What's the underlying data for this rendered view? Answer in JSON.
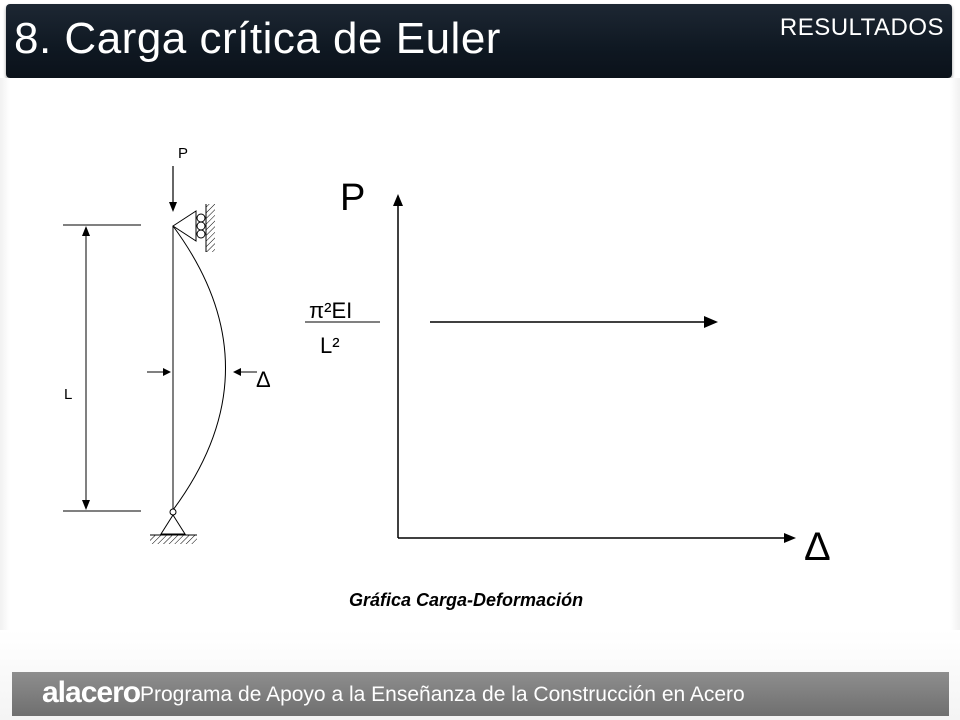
{
  "header": {
    "title": "8. Carga crítica de Euler",
    "section": "RESULTADOS"
  },
  "column": {
    "load_label": "P",
    "length_label": "L",
    "deflection_label": "Δ"
  },
  "graph": {
    "y_axis_label": "P",
    "x_axis_label": "Δ",
    "critical_numerator": "π²EI",
    "critical_denominator": "L²",
    "caption": "Gráfica Carga-Deformación"
  },
  "footer": {
    "brand": "alacero",
    "tagline": "Programa de Apoyo a la Enseñanza de la Construcción en Acero"
  },
  "colors": {
    "header_bg": "#0f1822",
    "footer_bg": "#7a7a7a",
    "ink": "#000000"
  }
}
